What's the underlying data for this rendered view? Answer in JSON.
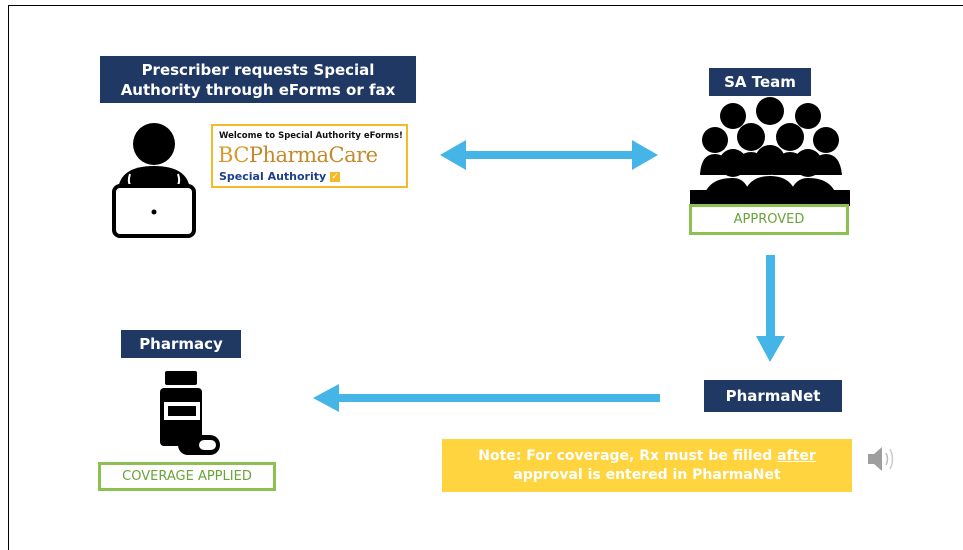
{
  "prescriber": {
    "label_line1": "Prescriber requests Special",
    "label_line2": "Authority through eForms or fax"
  },
  "eforms_card": {
    "welcome": "Welcome to Special Authority eForms!",
    "brand_bc": "BC",
    "brand_rest": "PharmaCare",
    "program": "Special Authority"
  },
  "sa_team": {
    "label": "SA Team",
    "status": "APPROVED"
  },
  "pharmanet": {
    "label": "PharmaNet"
  },
  "pharmacy": {
    "label": "Pharmacy",
    "status": "COVERAGE APPLIED"
  },
  "note": {
    "prefix": "Note: For coverage, Rx must be filled ",
    "emphasis": "after",
    "line2": "approval is entered in PharmaNet"
  },
  "colors": {
    "label_bg": "#1f3864",
    "arrow": "#45b4e6",
    "status_border": "#8cc152",
    "note_bg": "#ffd43f",
    "eform_border": "#f5b92a"
  },
  "icons": [
    "doctor-laptop-icon",
    "group-people-icon",
    "pill-bottle-icon",
    "speaker-icon",
    "checkmark-icon"
  ]
}
